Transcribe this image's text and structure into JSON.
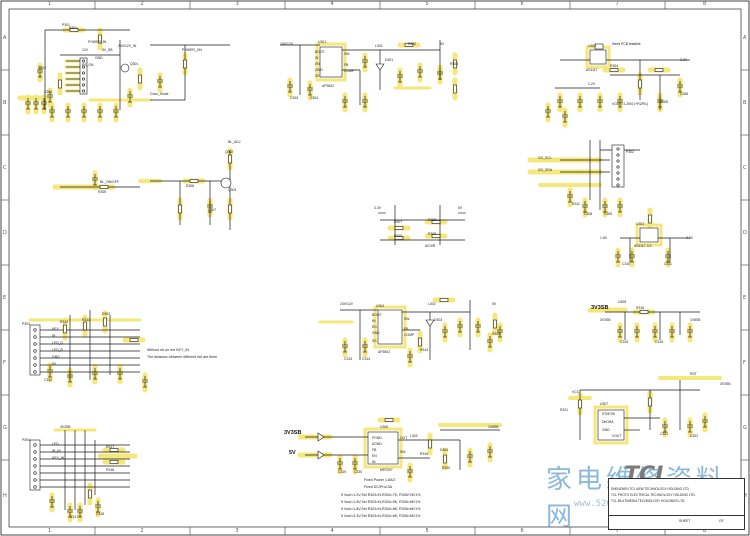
{
  "rulers": {
    "columns": [
      "1",
      "2",
      "3",
      "4",
      "5",
      "6",
      "7",
      "8"
    ],
    "rows": [
      "A",
      "B",
      "C",
      "D",
      "E",
      "F",
      "G",
      "H"
    ]
  },
  "blocks": {
    "power_connector": {
      "labels": [
        "P301",
        "POWER_IN",
        "12V",
        "5V_SB",
        "GND",
        "PS_ON",
        "R301",
        "C301",
        "C302",
        "Q301",
        "24V/12V_IN",
        "Color_Mode",
        "POWER_ON"
      ]
    },
    "buck_top": {
      "labels": [
        "U301",
        "BOOT",
        "IN",
        "SW",
        "EN",
        "GND",
        "FB",
        "COMP",
        "SS",
        "L301",
        "D301",
        "24V/12V",
        "5V",
        "C303",
        "C304",
        "R302",
        "R303",
        "AP3502"
      ]
    },
    "ldo_topright": {
      "labels": [
        "U302",
        "AS1117",
        "Need PCB feasible",
        "VOUT=1.25V(1+R2/R1)",
        "3.3V",
        "1.2V",
        "C305",
        "C306",
        "R304"
      ]
    },
    "backlight_ctrl": {
      "labels": [
        "BL_ON/OFF",
        "Q302",
        "R305",
        "R306",
        "C307",
        "Q303",
        "BL_ADJ"
      ]
    },
    "resistor_bank": {
      "labels": [
        "R307",
        "R308",
        "R309",
        "R310",
        "5V",
        "3.3V",
        "NC/0R"
      ]
    },
    "right_connector": {
      "labels": [
        "P302",
        "I2C_SCL",
        "I2C_SDA",
        "C308",
        "C309",
        "R311"
      ]
    },
    "ldo_mid": {
      "labels": [
        "U303",
        "AS1117-3.3",
        "3.3V",
        "1.8V",
        "C310",
        "C311"
      ]
    },
    "keypad_connector": {
      "labels": [
        "P303",
        "KEY",
        "IR",
        "LED_G",
        "LED_R",
        "GND",
        "5V",
        "R312",
        "R313",
        "C312",
        "D302"
      ],
      "note_line1": "Without str on net KEY_IN",
      "note_line2": "The distance between different net are 6mm"
    },
    "buck_mid": {
      "labels": [
        "U304",
        "BOOT",
        "IN",
        "SW",
        "EN",
        "GND",
        "FB",
        "COMP",
        "SS",
        "L302",
        "D303",
        "24V/12V",
        "5V",
        "C313",
        "C314",
        "R314",
        "R315",
        "AP3502"
      ]
    },
    "reg_right": {
      "labels": [
        "3V3SB",
        "U305",
        "C315",
        "C316",
        "R316",
        "1V8SB"
      ]
    },
    "led_connector": {
      "labels": [
        "P304",
        "LED",
        "IR_IN",
        "KEY_IN",
        "3V3SB",
        "R317",
        "R318",
        "C317",
        "C318"
      ]
    },
    "dcdc_bottom": {
      "net_3v3": "3V3SB",
      "net_5v": "5V",
      "labels": [
        "U306",
        "PGND",
        "OUT",
        "AGND",
        "FB",
        "EN",
        "IN",
        "SW",
        "L303",
        "D304",
        "C319",
        "C320",
        "R319",
        "R320",
        "1V8SB",
        "MP2307"
      ],
      "notes": [
        "Fixed Power 1.8A/2",
        "Fixed DC/Prot.3A",
        "If Vout=1.2V,Set R303=N,R304=7K, R306+2K/1%",
        "If Vout=1.5V,Set R303=N,R304=5K, R306=6K/1%",
        "If Vout=1.8V,Set R303=N,R304=6K, R306=6K/1%",
        "If Vout=3.3V,Set R303=N,R304=6K, R306=6K/1%"
      ]
    },
    "reset_bottomright": {
      "labels": [
        "RST",
        "U307",
        "STM706",
        "DirDRA",
        "GND",
        "VOUT",
        "VCC",
        "R321",
        "C321",
        "C322",
        "3V3SB"
      ]
    }
  },
  "title_block": {
    "company_lines": [
      "SHENZHEN TCL NEW TECHNOLOGY HOLDING LTD.",
      "TCL PHOTO ELECTRICAL TECHNOLOGY HOLDING LTD.",
      "TCL MULTIMEDIA TECHNOLOGY HOLDINGS LTD."
    ],
    "sheet_label": "SHEET",
    "of_label": "OF"
  },
  "watermark": {
    "chinese": "家电维修资料网",
    "brand": "TCL",
    "url": "www.520101.com"
  },
  "colors": {
    "highlight": "#f5e77a",
    "wire": "#1a1a1a",
    "watermark_blue": "#2a7fc0"
  }
}
